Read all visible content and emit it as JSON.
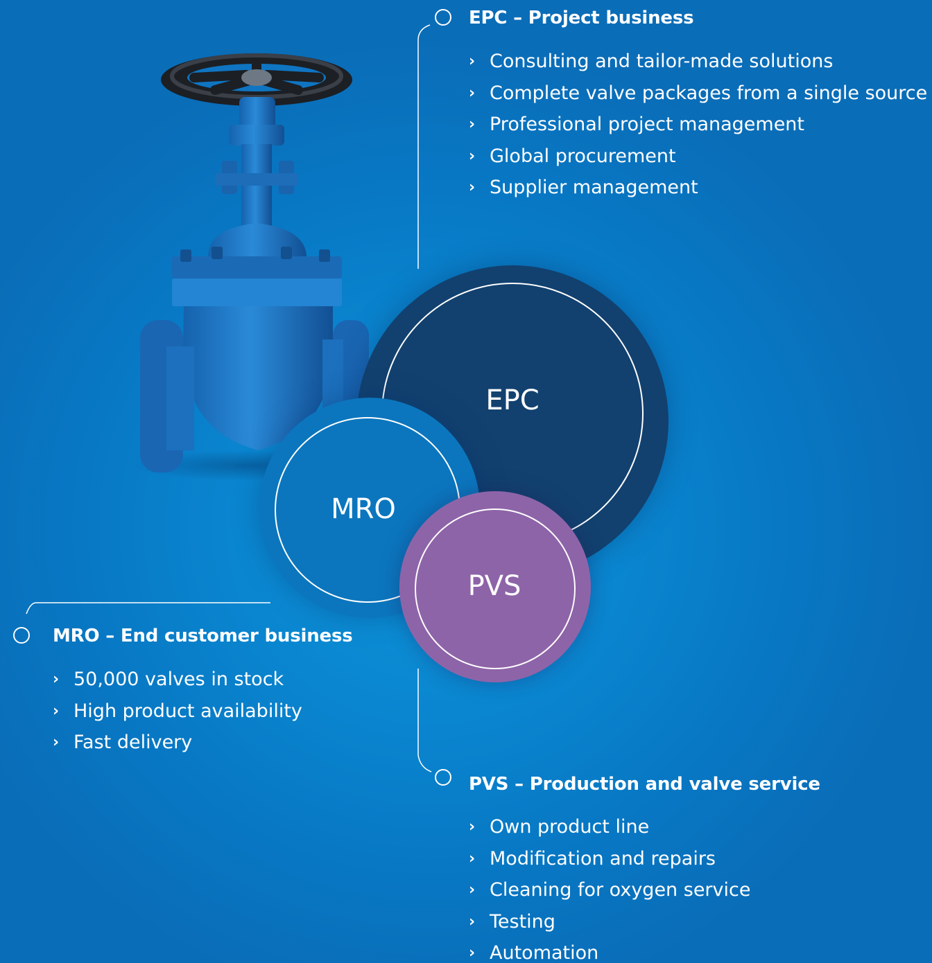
{
  "colors": {
    "background": "#0a85cf",
    "epc_circle": "#12416f",
    "mro_circle": "#0b76be",
    "pvs_circle": "#8e64a8",
    "text": "#ffffff"
  },
  "image": {
    "name": "gate-valve",
    "color": "#1f78c8"
  },
  "circles": {
    "epc_label": "EPC",
    "mro_label": "MRO",
    "pvs_label": "PVS"
  },
  "epc": {
    "title": "EPC – Project business",
    "items": [
      "Consulting and tailor-made solutions",
      "Complete valve packages from a single source",
      "Professional project management",
      "Global procurement",
      "Supplier management"
    ]
  },
  "mro": {
    "title": "MRO – End customer business",
    "items": [
      "50,000 valves in stock",
      "High product availability",
      "Fast delivery"
    ]
  },
  "pvs": {
    "title": "PVS – Production and valve service",
    "items": [
      "Own product line",
      "Modification and repairs",
      "Cleaning for oxygen service",
      "Testing",
      "Automation"
    ]
  }
}
